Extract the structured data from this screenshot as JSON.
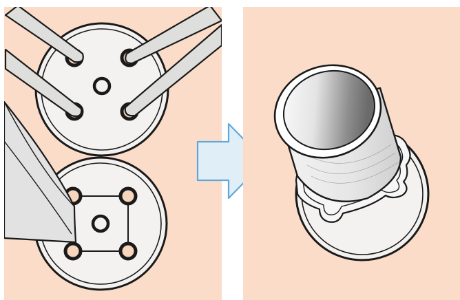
{
  "diagram": {
    "panels": [
      {
        "id": "before",
        "steps": [
          "four-probes-at-holes",
          "blade-cutting-square-around-center-hole"
        ]
      },
      {
        "id": "after",
        "steps": [
          "tube-fitted-over-cut-disc"
        ]
      }
    ],
    "colors": {
      "panel_background": "#fbdcc8",
      "disc_fill": "#f4f2f1",
      "outline": "#1a1a1a",
      "probe_fill": "#dededd",
      "blade_fill": "#e2e2e2",
      "hole_inner": "#f8d6bd",
      "arrow_fill": "#dfeef7",
      "arrow_stroke": "#5fa8d8",
      "tube_fill": "#ececec",
      "tube_inner_dark": "#9c9c9c"
    },
    "icons": {
      "arrow": "right-arrow-icon"
    }
  }
}
